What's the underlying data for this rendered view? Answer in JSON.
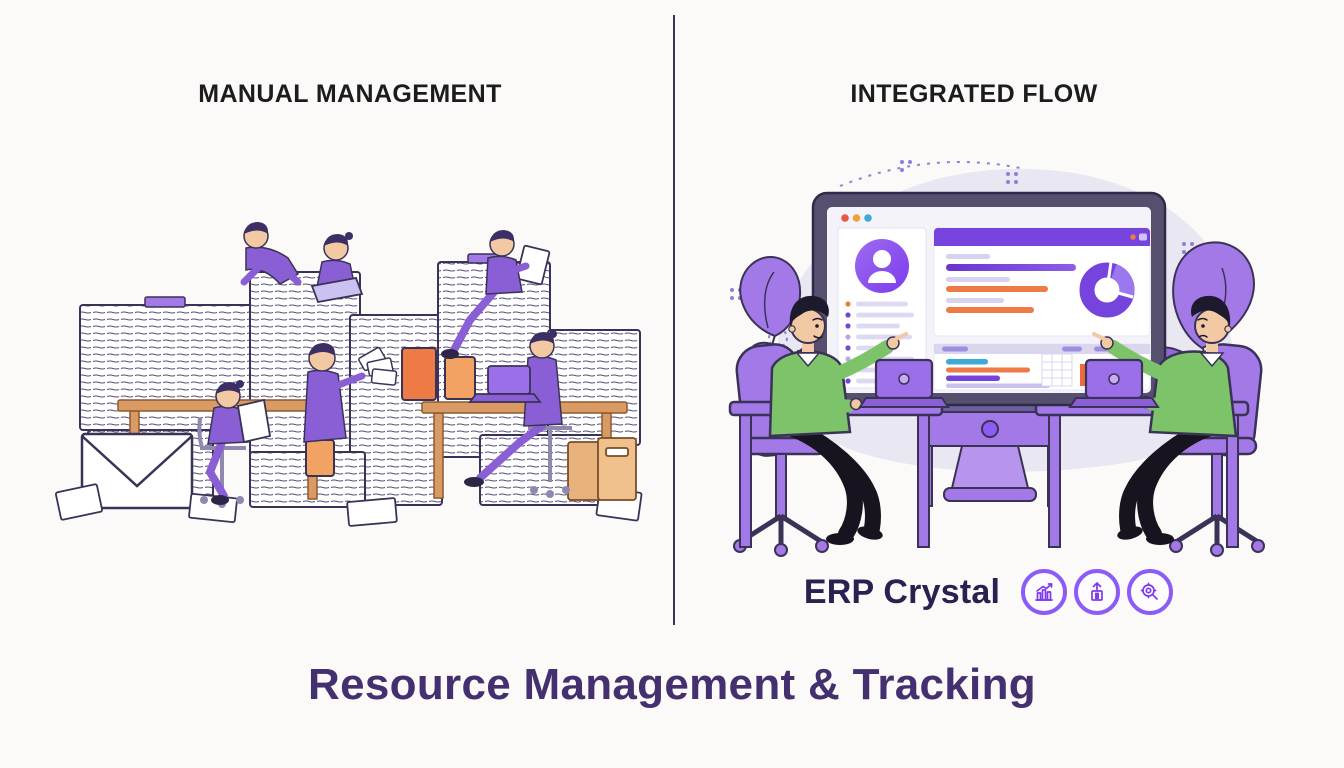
{
  "left_panel": {
    "heading": "MANUAL MANAGEMENT"
  },
  "right_panel": {
    "heading": "INTEGRATED FLOW"
  },
  "brand": {
    "name": "ERP Crystal",
    "icon_names": [
      "growth-chart-icon",
      "package-upload-icon",
      "search-gear-icon"
    ]
  },
  "footer": {
    "title": "Resource Management & Tracking"
  },
  "colors": {
    "background": "#fbfaf9",
    "heading_text": "#1c1c1e",
    "divider": "#3a3153",
    "brand_text": "#2b2150",
    "footer_text": "#44306e",
    "icon_ring": "#8b5cf6",
    "icon_stroke": "#7c3aed",
    "accent_purple": "#7644dc",
    "accent_light_purple": "#a379e8",
    "accent_orange": "#ee7a45",
    "accent_green": "#7cc36a",
    "accent_blue": "#3fa9d6",
    "monitor_frame": "#56506e",
    "outline_ink": "#3a3357",
    "desk_tan": "#d99a63",
    "people_purple": "#8a5fd6",
    "skin": "#f3c9a4"
  }
}
